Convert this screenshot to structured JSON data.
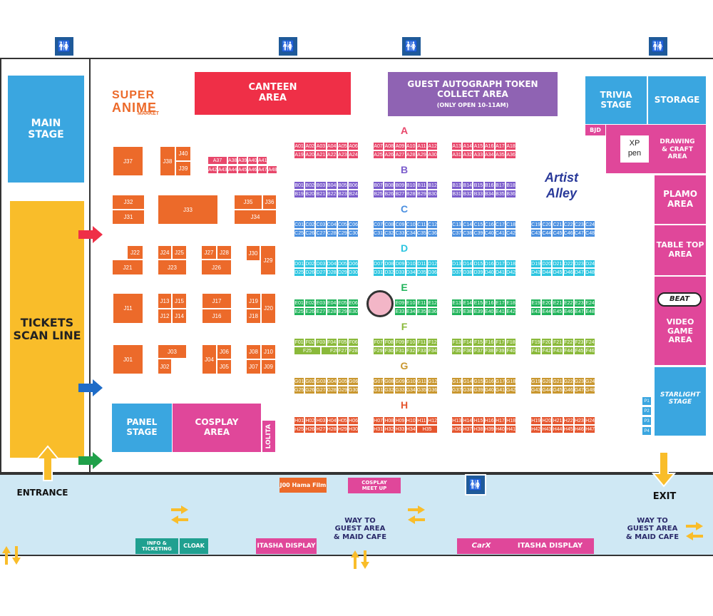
{
  "zones": {
    "main_stage": "MAIN\nSTAGE",
    "tickets_scan": "TICKETS\nSCAN LINE",
    "canteen": "CANTEEN\nAREA",
    "guest_autograph_line1": "GUEST AUTOGRAPH TOKEN\nCOLLECT AREA",
    "guest_autograph_line2": "(ONLY OPEN 10-11AM)",
    "trivia_stage": "TRIVIA\nSTAGE",
    "storage": "STORAGE",
    "bjd": "BJD",
    "drawing_craft": "DRAWING\n& CRAFT\nAREA",
    "plamo": "PLAMO\nAREA",
    "table_top": "TABLE TOP\nAREA",
    "video_game": "VIDEO GAME\nAREA",
    "panel_stage": "PANEL\nSTAGE",
    "cosplay_area": "COSPLAY\nAREA",
    "lolita": "LOLITA",
    "entrance": "ENTRANCE",
    "exit": "EXIT",
    "hama_film": "J00 Hama Film",
    "cosplay_meetup": "COSPLAY\nMEET UP",
    "way_guest_center": "WAY TO\nGUEST AREA\n& MAID CAFE",
    "way_guest_right": "WAY TO\nGUEST AREA\n& MAID CAFE",
    "info_ticketing": "INFO &\nTICKETING",
    "cloak": "CLOAK",
    "itasha_left": "ITASHA DISPLAY",
    "itasha_right": "ITASHA DISPLAY"
  },
  "logos": {
    "super_anime_line1": "SUPER",
    "super_anime_line2": "ANIME",
    "super_anime_line3": "MARKET",
    "artist_alley_line1": "Artist",
    "artist_alley_line2": "Alley",
    "xppen_line1": "XP",
    "xppen_line2": "pen",
    "beat": "BEAT",
    "starlight_line1": "STARLIGHT",
    "starlight_line2": "STAGE",
    "carx": "CarX"
  },
  "colors": {
    "A": "#e8476b",
    "B": "#7b5ccc",
    "C": "#4a8fe0",
    "D": "#2cc5e0",
    "E": "#20b35a",
    "F": "#8ab93a",
    "G": "#c9972f",
    "H": "#e5562f",
    "J": "#ec6a2a",
    "pink": "#e0479a",
    "blue_zone": "#3aa6e0",
    "yellow": "#f9bd2a",
    "purple": "#8f63b3",
    "red": "#ef2f47",
    "teal": "#20a090",
    "lobby": "#cfe8f4"
  },
  "row_labels": [
    "A",
    "B",
    "C",
    "D",
    "E",
    "F",
    "G",
    "H"
  ],
  "p_labels": [
    "P1",
    "P2",
    "P3",
    "P4"
  ],
  "booth_rows": {
    "A": [
      [
        "A01",
        "A02",
        "A03",
        "A04",
        "A05",
        "A06",
        "A07",
        "A08",
        "A09",
        "A10",
        "A11",
        "A12",
        "A13",
        "A14",
        "A15",
        "A16",
        "A17",
        "A18"
      ],
      [
        "A19",
        "A20",
        "A21",
        "A22",
        "A23",
        "A24",
        "A25",
        "A26",
        "A27",
        "A28",
        "A29",
        "A30",
        "A31",
        "A32",
        "A33",
        "A34",
        "A35",
        "A36"
      ]
    ],
    "B": [
      [
        "B01",
        "B02",
        "B03",
        "B04",
        "B05",
        "B06",
        "B07",
        "B08",
        "B09",
        "B10",
        "B11",
        "B12",
        "B13",
        "B14",
        "B15",
        "B16",
        "B17",
        "B18"
      ],
      [
        "B19",
        "B20",
        "B21",
        "B22",
        "B23",
        "B24",
        "B25",
        "B26",
        "B27",
        "B28",
        "B29",
        "B30",
        "B31",
        "B32",
        "B33",
        "B34",
        "B35",
        "B36"
      ]
    ],
    "C": [
      [
        "C01",
        "C02",
        "C03",
        "C04",
        "C05",
        "C06",
        "C07",
        "C08",
        "C09",
        "C10",
        "C11",
        "C12",
        "C13",
        "C14",
        "C15",
        "C16",
        "C17",
        "C18",
        "C19",
        "C20",
        "C21",
        "C22",
        "C23",
        "C24"
      ],
      [
        "C25",
        "C26",
        "C27",
        "C28",
        "C29",
        "C30",
        "C31",
        "C32",
        "C33",
        "C34",
        "C35",
        "C36",
        "C37",
        "C38",
        "C39",
        "C40",
        "C41",
        "C42",
        "C43",
        "C44",
        "C45",
        "C46",
        "C47",
        "C48"
      ]
    ],
    "D": [
      [
        "D01",
        "D02",
        "D03",
        "D04",
        "D05",
        "D06",
        "D07",
        "D08",
        "D09",
        "D10",
        "D11",
        "D12",
        "D13",
        "D14",
        "D15",
        "D16",
        "D17",
        "D18",
        "D19",
        "D20",
        "D21",
        "D22",
        "D23",
        "D24"
      ],
      [
        "D25",
        "D26",
        "D27",
        "D28",
        "D29",
        "D30",
        "D31",
        "D32",
        "D33",
        "D34",
        "D35",
        "D36",
        "D37",
        "D38",
        "D39",
        "D40",
        "D41",
        "D42",
        "D43",
        "D44",
        "D45",
        "D46",
        "D47",
        "D48"
      ]
    ],
    "E": [
      [
        "E01",
        "E02",
        "E03",
        "E04",
        "E05",
        "E06",
        "",
        "E09",
        "E10",
        "E11",
        "E12",
        "E13",
        "E14",
        "E15",
        "E16",
        "E17",
        "E18",
        "E19",
        "E20",
        "E21",
        "E22",
        "E23",
        "E24"
      ],
      [
        "E25",
        "E26",
        "E27",
        "E28",
        "E29",
        "E30",
        "",
        "E33",
        "E34",
        "E35",
        "E36",
        "E37",
        "E38",
        "E39",
        "E40",
        "E41",
        "E42",
        "E43",
        "E44",
        "E45",
        "E46",
        "E47",
        "E48"
      ]
    ],
    "F": [
      [
        "F01",
        "F02",
        "F03",
        "F04",
        "F05",
        "F06",
        "F07",
        "F08",
        "F09",
        "F10",
        "F11",
        "F12",
        "F13",
        "F14",
        "F15",
        "F16",
        "F17",
        "F18",
        "F19",
        "F20",
        "F21",
        "F22",
        "F23",
        "F24"
      ],
      [
        "F25",
        "F26",
        "F27",
        "F28",
        "F29",
        "F30",
        "F31",
        "F32",
        "F33",
        "F34",
        "F35",
        "F36",
        "F37",
        "F38",
        "F39",
        "F40",
        "F41",
        "F42",
        "F43",
        "F44",
        "F45",
        "F46"
      ]
    ],
    "G": [
      [
        "G01",
        "G02",
        "G03",
        "G04",
        "G05",
        "G06",
        "G07",
        "G08",
        "G09",
        "G10",
        "G11",
        "G12",
        "G13",
        "G14",
        "G15",
        "G16",
        "G17",
        "G18",
        "G19",
        "G20",
        "G21",
        "G22",
        "G23",
        "G24"
      ],
      [
        "G25",
        "G26",
        "G27",
        "G28",
        "G29",
        "G30",
        "G31",
        "G32",
        "G33",
        "G34",
        "G35",
        "G36",
        "G37",
        "G38",
        "G39",
        "G40",
        "G41",
        "G42",
        "G43",
        "G44",
        "G45",
        "G46",
        "G47",
        "G48"
      ]
    ],
    "H": [
      [
        "H01",
        "H02",
        "H03",
        "H04",
        "H05",
        "H06",
        "H07",
        "H08",
        "H09",
        "H10",
        "H11",
        "H12",
        "H13",
        "H14",
        "H15",
        "H16",
        "H17",
        "H18",
        "H19",
        "H20",
        "H21",
        "H22",
        "H23",
        "H24"
      ],
      [
        "H25",
        "H26",
        "H27",
        "H28",
        "H29",
        "H30",
        "H31",
        "H32",
        "H33",
        "H34",
        "H35",
        "H36",
        "H37",
        "H38",
        "H39",
        "H40",
        "H41",
        "H42",
        "H43",
        "H44",
        "H45",
        "H46",
        "H47"
      ]
    ]
  },
  "small_a_block": [
    [
      "A37",
      "A38",
      "A39",
      "A40",
      "A41"
    ],
    [
      "A42",
      "A43",
      "A44",
      "A45",
      "A46",
      "A47",
      "A48"
    ]
  ],
  "j_booths": [
    "J37",
    "J38",
    "J40",
    "J39",
    "J32",
    "J31",
    "J33",
    "J35",
    "J36",
    "J34",
    "J22",
    "J21",
    "J24",
    "J25",
    "J23",
    "J27",
    "J28",
    "J26",
    "J30",
    "J29",
    "J11",
    "J13",
    "J15",
    "J12",
    "J14",
    "J17",
    "J16",
    "J19",
    "J20",
    "J18",
    "J01",
    "J03",
    "J02",
    "J04",
    "J06",
    "J05",
    "J08",
    "J10",
    "J07",
    "J09"
  ]
}
